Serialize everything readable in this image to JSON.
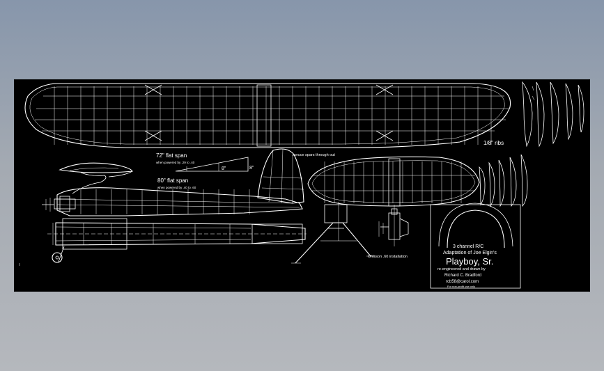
{
  "colors": {
    "background_top": "#8796ab",
    "background_bottom": "#b5b8bd",
    "drawing_background": "#000000",
    "linework": "#ffffff"
  },
  "plan": {
    "wing_ribs_label": "1/8\" ribs",
    "flat_span_72": "72\" flat span",
    "flat_span_72_note": "when powered by .29 to .40",
    "flat_span_80": "80\" flat span",
    "flat_span_80_note": "when powered by .40 to .60",
    "dihedral_small": "8\"",
    "dihedral_large": "8\"",
    "spruce_spars_note": "spruce spars through out",
    "install_note": "Ohlsson .60 installation",
    "title_block": {
      "line1": "3 channel R/C",
      "line2": "Adaptation of Joe Elgin's",
      "title": "Playboy, Sr.",
      "line3": "re-engineered and drawn by",
      "author": "Richard C. Bradford",
      "email": "rcb58@carol.com",
      "footer": "For non-profit use only"
    }
  }
}
